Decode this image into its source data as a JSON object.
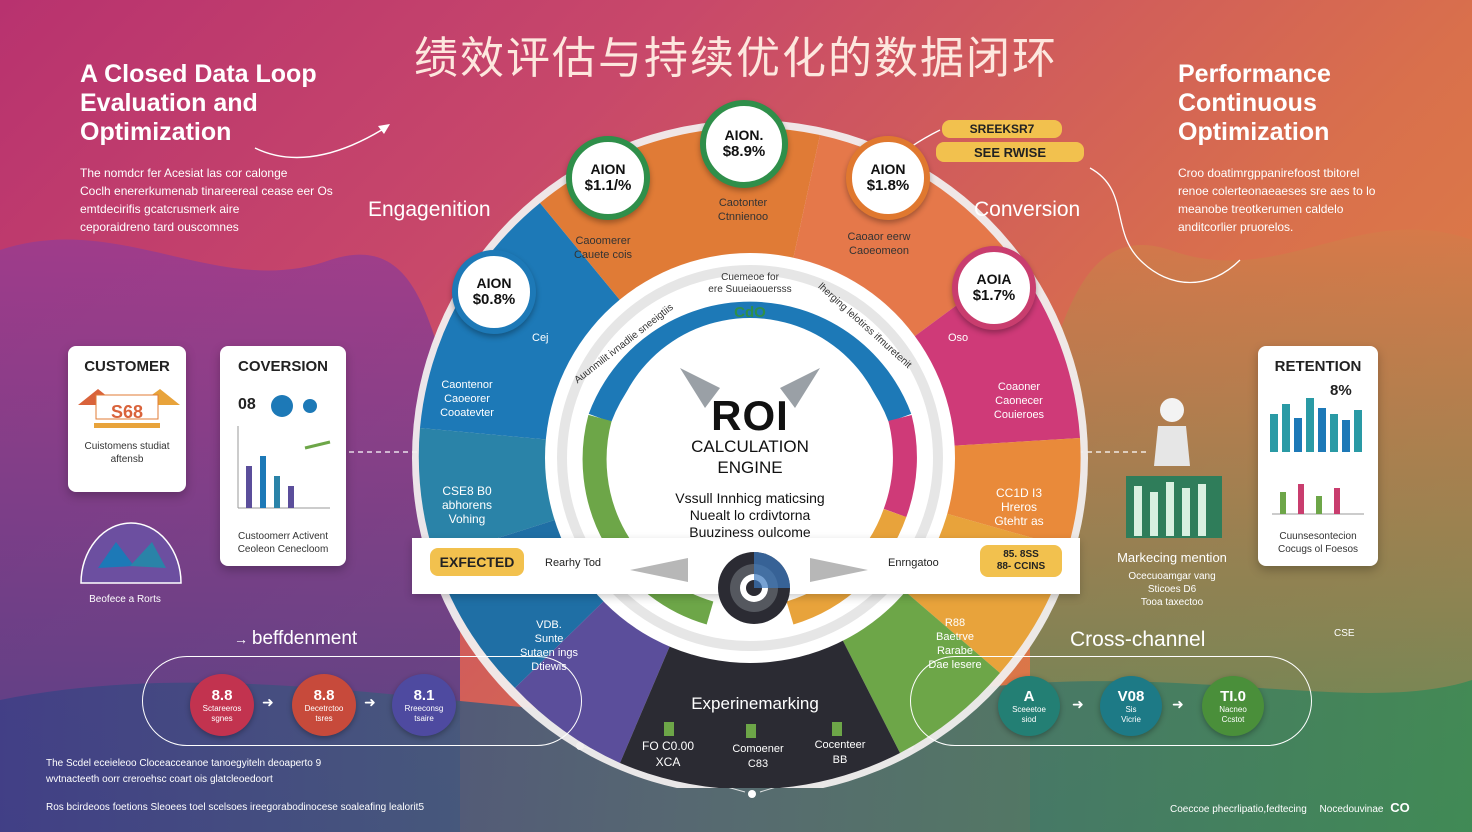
{
  "title_cn": "绩效评估与持续优化的数据闭环",
  "left_heading": [
    "A Closed Data Loop",
    "Evaluation and",
    "Optimization"
  ],
  "left_paragraph": [
    "The nomdcr fer Acesiat las cor calonge",
    "Coclh enererkumenab tinareereal cease eer Os",
    "emtdecirifis gcatcrusmerk aire",
    "ceporaidreno tard ouscomnes"
  ],
  "right_heading": [
    "Performance",
    "Continuous",
    "Optimization"
  ],
  "right_paragraph": [
    "Croo doatimrgppanirefoost tbitorel",
    "renoe colerteonaeaeses sre aes to lo",
    "meanobe treotkerumen caldelo",
    "anditcorlier pruorelos."
  ],
  "right_tags": [
    "SREEKSR7",
    "SEE RWISE"
  ],
  "labels": {
    "engagement": "Engagenition",
    "conversion": "Conversion",
    "refinement": "beffdenment",
    "cross_channel": "Cross-channel",
    "experimenting": "Experinemarking"
  },
  "badges": [
    {
      "top": "AION",
      "value": "$1.1/%"
    },
    {
      "top": "AION.",
      "value": "$8.9%"
    },
    {
      "top": "AION",
      "value": "$1.8%"
    },
    {
      "top": "AION",
      "value": "$0.8%"
    },
    {
      "top": "AOIA",
      "value": "$1.7%"
    }
  ],
  "segment_texts": {
    "s1": [
      "Caoomerer",
      "Cauete cois"
    ],
    "s2": [
      "Caotonter",
      "Ctnnienoo"
    ],
    "s3": [
      "Caoaor eerw",
      "Caoeomeon"
    ],
    "s4": [
      "Caontenor",
      "Caoeorer",
      "Cooatevter"
    ],
    "s5": [
      "Coaoner",
      "Caonecer",
      "Couieroes"
    ],
    "s6": [
      "CSE8 B0",
      "abhorens",
      "Vohing"
    ],
    "s7": [
      "CC1D I3",
      "Hreros",
      "Gtehtr as"
    ],
    "s8": [
      "VDB.",
      "Sunte",
      "Sutaen ings",
      "Dtiewis"
    ],
    "s9": [
      "R88",
      "Baetrve",
      "Rarabe",
      "Dae lesere"
    ],
    "ring_top": [
      "Cuemeoe for",
      "ere Suueiaouersss"
    ],
    "ring_code": "CdO",
    "ring_left": "Auunmilit ivnadlie sneeigtiis",
    "ring_right": "lherging lelotirss ifmuretenit"
  },
  "core": {
    "title": "ROI",
    "subtitle": [
      "CALCULATION",
      "ENGINE"
    ],
    "desc": [
      "Vssull Innhicg maticsing",
      "Nuealt lo crdivtorna",
      "Buuziness oulcome"
    ]
  },
  "bar": {
    "expected": "EXFECTED",
    "left_text": "Rearhy Tod",
    "right_text": "Enrngatoo",
    "right_pill": [
      "85. 8SS",
      "88- CCINS"
    ]
  },
  "bottom_columns": [
    [
      "FO C0.00",
      "XCA"
    ],
    [
      "Comoener",
      "C83"
    ],
    [
      "Cocenteer",
      "BB"
    ]
  ],
  "cards": {
    "customer": {
      "title": "CUSTOMER",
      "tag": "S68",
      "caption": [
        "Cuistomens studiat",
        "aftensb"
      ]
    },
    "conversion": {
      "title": "COVERSION",
      "num": "08",
      "caption": [
        "Custoomerr Activent",
        "Ceoleon Cenecloom"
      ]
    },
    "retention": {
      "title": "RETENTION",
      "num": "8%",
      "caption": [
        "Cuunsesontecion",
        "Cocugs ol Foesos"
      ]
    }
  },
  "small_captions": {
    "dome": "Beofece a Rorts",
    "marketing": "Markecing mention",
    "marketing_sub": [
      "Ocecuoamgar vang",
      "Sticoes D6",
      "Tooa taxectoo"
    ]
  },
  "left_nodes": [
    {
      "top": "8.8",
      "sub": [
        "Sctareeros",
        "sgnes"
      ],
      "color": "#c2334f"
    },
    {
      "top": "8.8",
      "sub": [
        "Decetrctoo",
        "tsres"
      ],
      "color": "#c74a3b"
    },
    {
      "top": "8.1",
      "sub": [
        "Rreeconsg",
        "tsaire"
      ],
      "color": "#4e4aa0"
    }
  ],
  "right_nodes": [
    {
      "top": "A",
      "sub": [
        "Sceeetoe",
        "siod"
      ],
      "color": "#237f74"
    },
    {
      "top": "V08",
      "sub": [
        "Sis",
        "Vicrie"
      ],
      "color": "#1d7a86"
    },
    {
      "top": "TI.0",
      "sub": [
        "Nacneo",
        "Ccstot"
      ],
      "color": "#4a8f3a"
    }
  ],
  "side_codes": {
    "left": "Cej",
    "right": "Oso",
    "far_right": "CSE"
  },
  "footer": {
    "line1": "The Scdel eceieleoo Cloceacceanoe tanoegyiteln deoaperto 9",
    "line2": "wvtnacteeth oorr creroehsc coart ois glatcleoedoort",
    "line3": "Ros bcirdeoos foetions Sleoees toel scelsoes ireegorabodinocese soaleafing lealorit5",
    "right": "Coeccoe phecrlipatio,fedtecing",
    "right2": "Nocedouvinae",
    "logo": "CO"
  },
  "colors": {
    "blue": "#1d79b7",
    "orange": "#e07b36",
    "pink": "#cf3a78",
    "amber": "#e8a33b",
    "green": "#6da648",
    "purple": "#5b4e9b",
    "dark": "#2b2b33",
    "badge_green": "#2f8f4a",
    "badge_orange": "#e0782f",
    "badge_pink": "#c93d6e",
    "pill_yellow": "#f2c14e"
  }
}
